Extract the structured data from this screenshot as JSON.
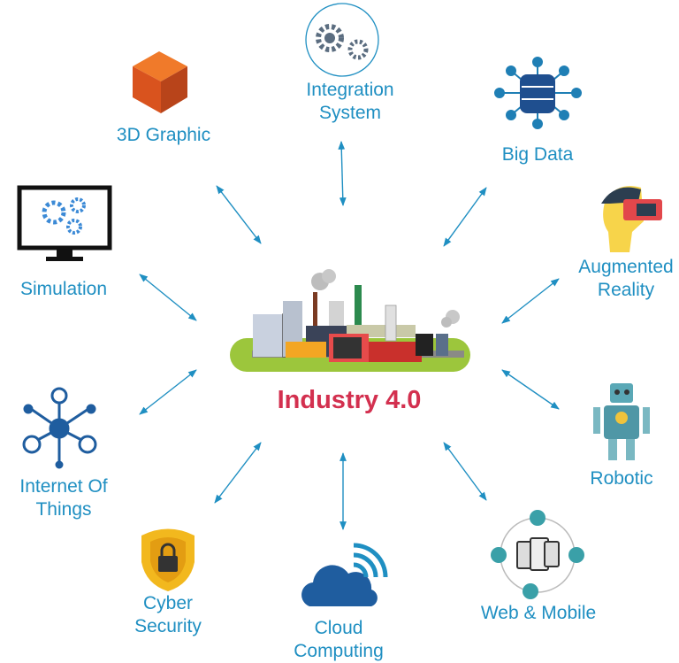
{
  "title": "Industry 4.0",
  "colors": {
    "label": "#1f8fc2",
    "title": "#d3304f",
    "arrow": "#1f8fc2"
  },
  "nodes": [
    {
      "id": "3d-graphic",
      "lines": [
        "3D Graphic"
      ],
      "icon": "cube-icon"
    },
    {
      "id": "integration-system",
      "lines": [
        "Integration",
        "System"
      ],
      "icon": "gears-icon"
    },
    {
      "id": "big-data",
      "lines": [
        "Big Data"
      ],
      "icon": "database-icon"
    },
    {
      "id": "simulation",
      "lines": [
        "Simulation"
      ],
      "icon": "monitor-gears-icon"
    },
    {
      "id": "augmented-reality",
      "lines": [
        "Augmented",
        "Reality"
      ],
      "icon": "vr-headset-icon"
    },
    {
      "id": "internet-of-things",
      "lines": [
        "Internet Of",
        "Things"
      ],
      "icon": "network-hub-icon"
    },
    {
      "id": "robotic",
      "lines": [
        "Robotic"
      ],
      "icon": "robot-icon"
    },
    {
      "id": "cyber-security",
      "lines": [
        "Cyber",
        "Security"
      ],
      "icon": "shield-lock-icon"
    },
    {
      "id": "cloud-computing",
      "lines": [
        "Cloud",
        "Computing"
      ],
      "icon": "cloud-wifi-icon"
    },
    {
      "id": "web-mobile",
      "lines": [
        "Web & Mobile"
      ],
      "icon": "devices-icon"
    }
  ]
}
